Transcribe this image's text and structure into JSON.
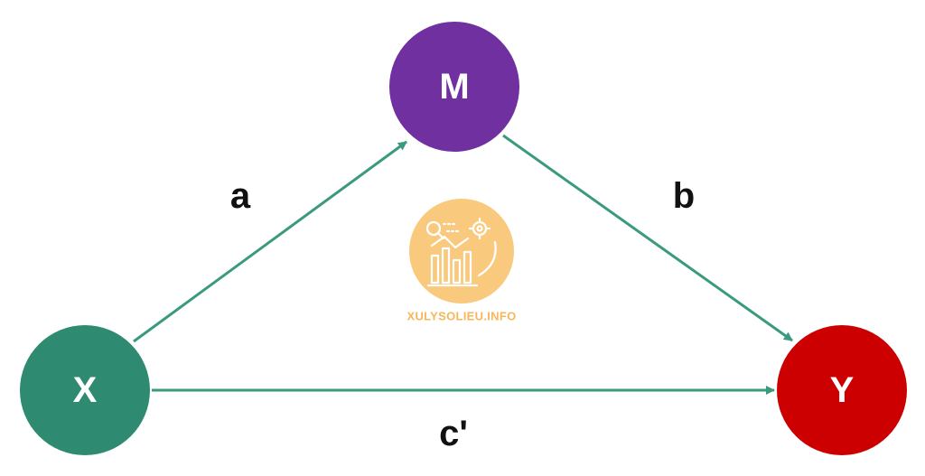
{
  "nodes": {
    "m": {
      "label": "M",
      "color": "#7030a0"
    },
    "x": {
      "label": "X",
      "color": "#2e8b72"
    },
    "y": {
      "label": "Y",
      "color": "#cc0000"
    }
  },
  "edges": {
    "a": {
      "label": "a"
    },
    "b": {
      "label": "b"
    },
    "c_prime": {
      "label": "c'"
    }
  },
  "colors": {
    "arrow": "#3a9a80",
    "watermark": "#f9c97e",
    "watermark_text": "#f6b75a"
  },
  "watermark": {
    "text": "XULYSOLIEU.INFO",
    "icon": "analytics-chart-gear-icon"
  }
}
